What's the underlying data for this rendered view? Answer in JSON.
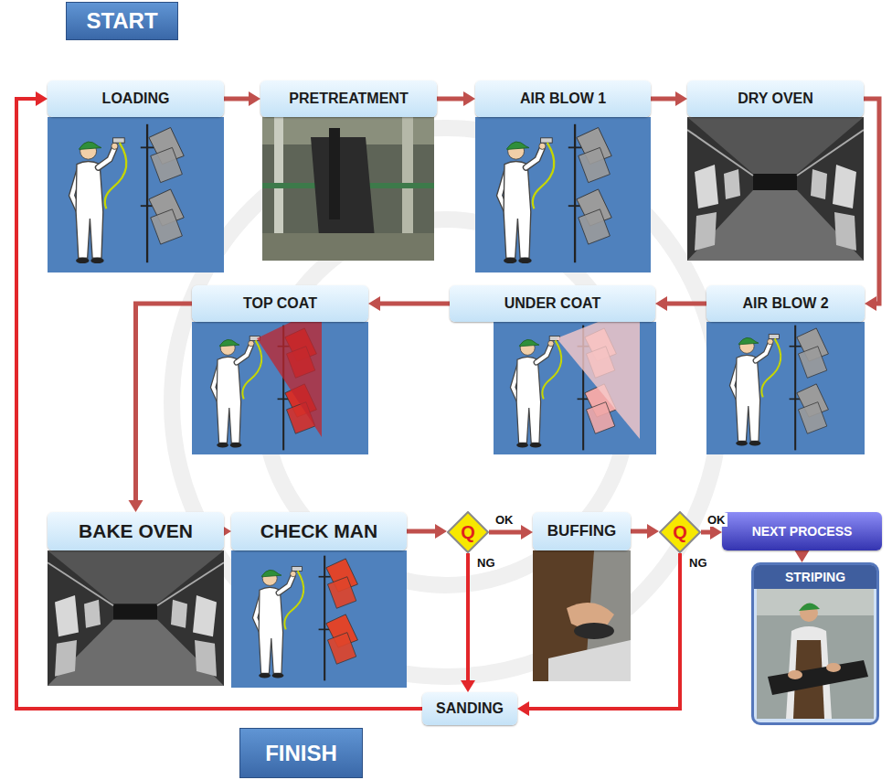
{
  "diagram": {
    "nodes": [
      {
        "text": [
          "START"
        ]
      },
      {
        "text": [
          "LOADING"
        ]
      },
      {
        "text": [
          "PRETREATMENT"
        ]
      },
      {
        "text": [
          "AIR BLOW 1"
        ]
      },
      {
        "text": [
          "DRY OVEN"
        ]
      },
      {
        "text": [
          "TOP COAT"
        ]
      },
      {
        "text": [
          "UNDER COAT"
        ]
      },
      {
        "text": [
          "AIR BLOW 2"
        ]
      },
      {
        "text": [
          "BAKE OVEN"
        ]
      },
      {
        "text": [
          "CHECK MAN"
        ]
      },
      {
        "text": [
          "Q"
        ]
      },
      {
        "text": [
          "BUFFING"
        ]
      },
      {
        "text": [
          "Q"
        ]
      },
      {
        "text": [
          "NEXT PROCESS"
        ]
      },
      {
        "text": [
          "STRIPING"
        ]
      },
      {
        "text": [
          "SANDING"
        ]
      },
      {
        "text": [
          "FINISH"
        ]
      }
    ],
    "edges": [
      {
        "from": 1,
        "to": 2,
        "arrow": "to"
      },
      {
        "from": 2,
        "to": 3,
        "arrow": "to"
      },
      {
        "from": 3,
        "to": 4,
        "arrow": "to"
      },
      {
        "from": 4,
        "to": 7,
        "arrow": "to"
      },
      {
        "from": 7,
        "to": 6,
        "arrow": "to"
      },
      {
        "from": 6,
        "to": 5,
        "arrow": "to"
      },
      {
        "from": 5,
        "to": 8,
        "arrow": "to"
      },
      {
        "from": 8,
        "to": 9,
        "arrow": "to"
      },
      {
        "from": 9,
        "to": 10,
        "arrow": "to"
      },
      {
        "from": 10,
        "to": 11,
        "label": "OK",
        "arrow": "to"
      },
      {
        "from": 10,
        "to": 15,
        "label": "NG",
        "arrow": "to"
      },
      {
        "from": 11,
        "to": 12,
        "arrow": "to"
      },
      {
        "from": 12,
        "to": 13,
        "label": "OK",
        "arrow": "to"
      },
      {
        "from": 12,
        "to": 15,
        "label": "NG",
        "arrow": "to"
      },
      {
        "from": 13,
        "to": 14,
        "arrow": "to"
      },
      {
        "from": 15,
        "to": 1,
        "arrow": "to"
      }
    ]
  }
}
